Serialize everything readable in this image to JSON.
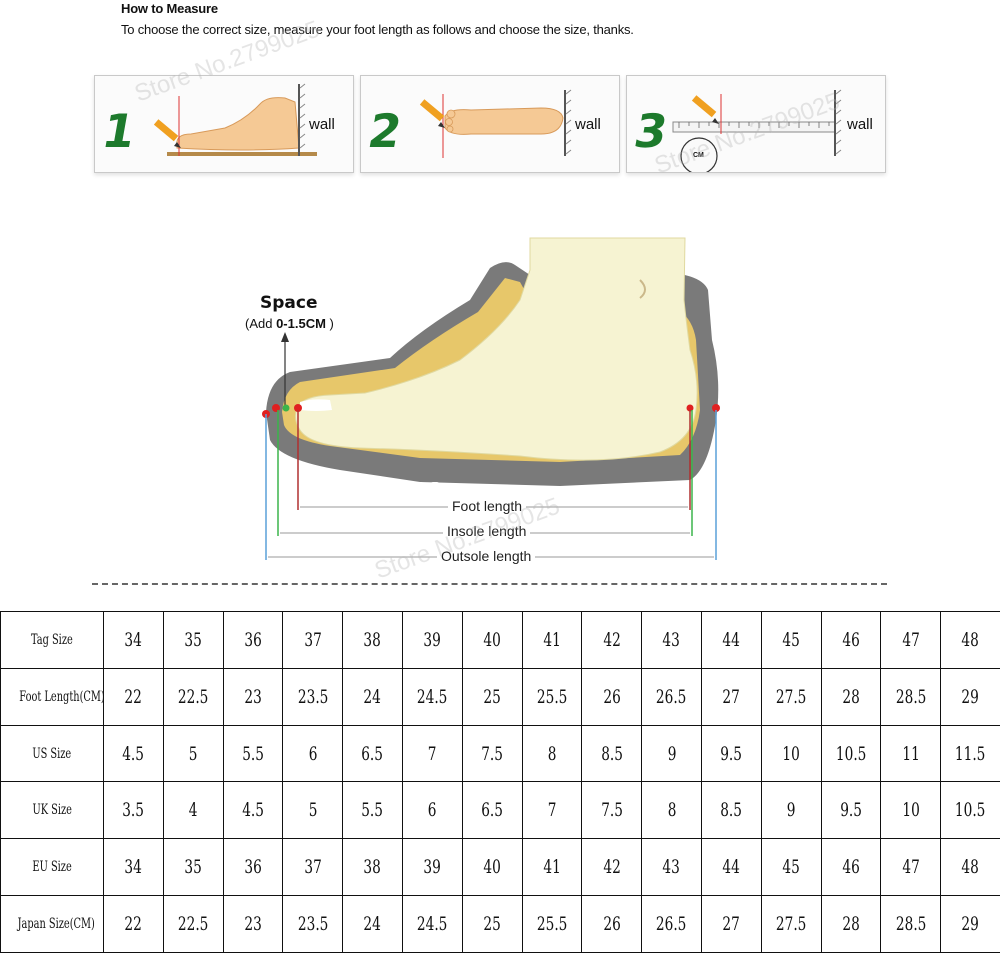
{
  "header": {
    "title": "How to Measure",
    "subtitle": "To choose the correct size, measure your foot length as follows and choose the size, thanks."
  },
  "steps": [
    {
      "number": "1",
      "wall_label": "wall",
      "icon": "pencil-icon"
    },
    {
      "number": "2",
      "wall_label": "wall",
      "icon": "pencil-icon"
    },
    {
      "number": "3",
      "wall_label": "wall",
      "icon": "ruler-icon",
      "tape_label": "CM"
    }
  ],
  "diagram": {
    "space_title": "Space",
    "space_sub_prefix": "(Add ",
    "space_sub_value": "0-1.5CM",
    "space_sub_suffix": " )",
    "foot_length": "Foot length",
    "insole_length": "Insole length",
    "outsole_length": "Outsole length"
  },
  "watermark": "Store No.2799025",
  "size_table": {
    "columns": [
      "34",
      "35",
      "36",
      "37",
      "38",
      "39",
      "40",
      "41",
      "42",
      "43",
      "44",
      "45",
      "46",
      "47",
      "48"
    ],
    "rows": [
      {
        "label": "Tag Size",
        "values": [
          "34",
          "35",
          "36",
          "37",
          "38",
          "39",
          "40",
          "41",
          "42",
          "43",
          "44",
          "45",
          "46",
          "47",
          "48"
        ]
      },
      {
        "label": "Foot Length(CM)",
        "values": [
          "22",
          "22.5",
          "23",
          "23.5",
          "24",
          "24.5",
          "25",
          "25.5",
          "26",
          "26.5",
          "27",
          "27.5",
          "28",
          "28.5",
          "29"
        ]
      },
      {
        "label": "US Size",
        "values": [
          "4.5",
          "5",
          "5.5",
          "6",
          "6.5",
          "7",
          "7.5",
          "8",
          "8.5",
          "9",
          "9.5",
          "10",
          "10.5",
          "11",
          "11.5"
        ]
      },
      {
        "label": "UK Size",
        "values": [
          "3.5",
          "4",
          "4.5",
          "5",
          "5.5",
          "6",
          "6.5",
          "7",
          "7.5",
          "8",
          "8.5",
          "9",
          "9.5",
          "10",
          "10.5"
        ]
      },
      {
        "label": "EU Size",
        "values": [
          "34",
          "35",
          "36",
          "37",
          "38",
          "39",
          "40",
          "41",
          "42",
          "43",
          "44",
          "45",
          "46",
          "47",
          "48"
        ]
      },
      {
        "label": "Japan Size(CM)",
        "values": [
          "22",
          "22.5",
          "23",
          "23.5",
          "24",
          "24.5",
          "25",
          "25.5",
          "26",
          "26.5",
          "27",
          "27.5",
          "28",
          "28.5",
          "29"
        ]
      }
    ]
  }
}
